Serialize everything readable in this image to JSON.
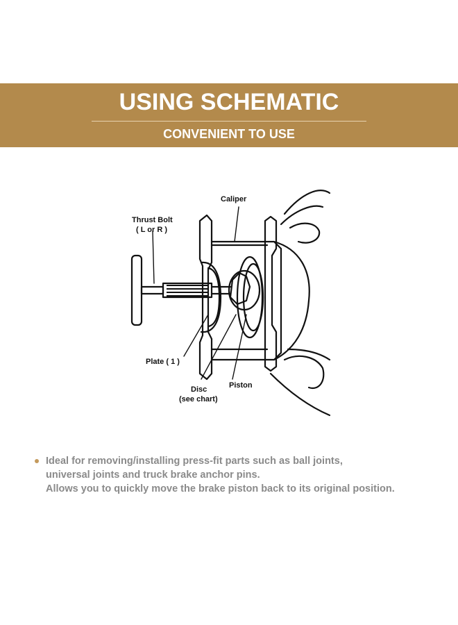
{
  "banner": {
    "title": "USING SCHEMATIC",
    "subtitle": "CONVENIENT TO USE",
    "color": "#b38a4c"
  },
  "diagram": {
    "labels": {
      "caliper": "Caliper",
      "thrust_bolt_1": "Thrust Bolt",
      "thrust_bolt_2": "( L or R )",
      "plate": "Plate ( 1 )",
      "disc_1": "Disc",
      "disc_2": "(see chart)",
      "piston": "Piston"
    }
  },
  "description": {
    "bullet_color": "#c49a5c",
    "lines": [
      "Ideal for removing/installing press-fit parts such as ball joints,",
      "universal joints and truck brake anchor pins.",
      "Allows you to quickly move the brake piston back to its original position."
    ]
  }
}
